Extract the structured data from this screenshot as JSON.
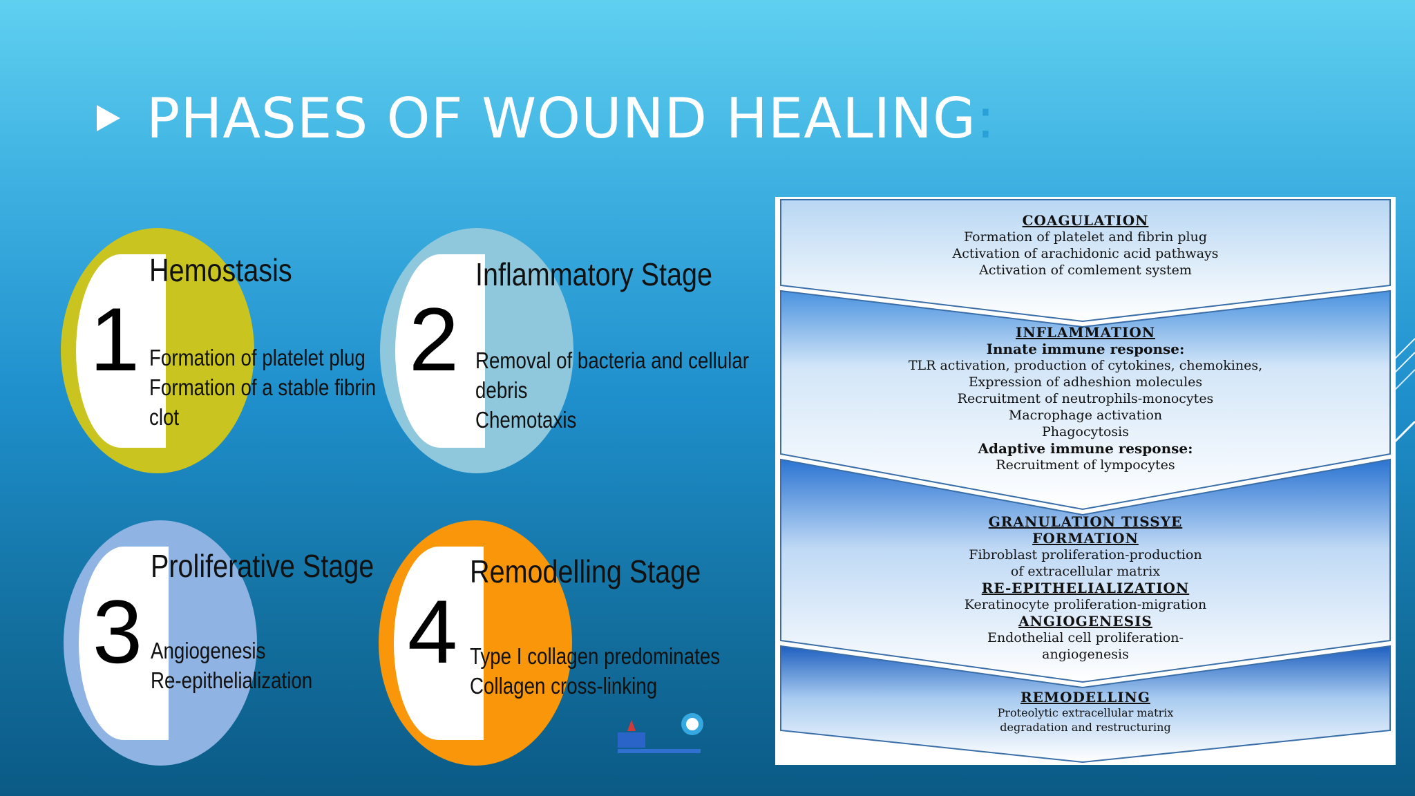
{
  "title": {
    "text": "PHASES OF WOUND HEALING",
    "colon": ":"
  },
  "stages": [
    {
      "number": "1",
      "title": "Hemostasis",
      "lines": [
        "Formation of platelet plug",
        "Formation of a stable fibrin",
        "clot"
      ],
      "color": "#c9c41f"
    },
    {
      "number": "2",
      "title": "Inflammatory Stage",
      "lines": [
        "Removal of bacteria and cellular",
        "debris",
        "Chemotaxis"
      ],
      "color": "#8fc8dc"
    },
    {
      "number": "3",
      "title": "Proliferative Stage",
      "lines": [
        "Angiogenesis",
        "Re-epithelialization"
      ],
      "color": "#8fb3e2"
    },
    {
      "number": "4",
      "title": "Remodelling Stage",
      "lines": [
        "Type I collagen predominates",
        "Collagen cross-linking"
      ],
      "color": "#f9960a"
    }
  ],
  "flow": {
    "coagulation": {
      "heading": "COAGULATION",
      "lines": [
        "Formation of platelet and fibrin plug",
        "Activation of arachidonic acid pathways",
        "Activation of comlement system"
      ]
    },
    "inflammation": {
      "heading": "INFLAMMATION",
      "innate": "Innate immune response:",
      "innate_lines": [
        "TLR activation, production of cytokines, chemokines,",
        "Expression of adheshion molecules",
        "Recruitment of neutrophils-monocytes",
        "Macrophage activation",
        "Phagocytosis"
      ],
      "adaptive": "Adaptive immune response:",
      "adaptive_lines": [
        "Recruitment of lympocytes"
      ]
    },
    "granulation": {
      "heading1": "GRANULATION TISSYE",
      "heading2": "FORMATION",
      "lines1": [
        "Fibroblast proliferation-production",
        "of extracellular matrix"
      ],
      "reepi_heading": "RE-EPITHELIALIZATION",
      "reepi_lines": [
        "Keratinocyte proliferation-migration"
      ],
      "angio_heading": "ANGIOGENESIS",
      "angio_lines": [
        "Endothelial cell proliferation-",
        "angiogenesis"
      ]
    },
    "remodelling": {
      "heading": "REMODELLING",
      "lines": [
        "Proteolytic extracellular matrix",
        "degradation and restructuring"
      ]
    }
  },
  "colors": {
    "accent_colon": "#2aa0d8",
    "flow_blue": "#2f7fd8"
  },
  "icons": [
    "play-triangle-icon",
    "logo-mark-icon"
  ]
}
